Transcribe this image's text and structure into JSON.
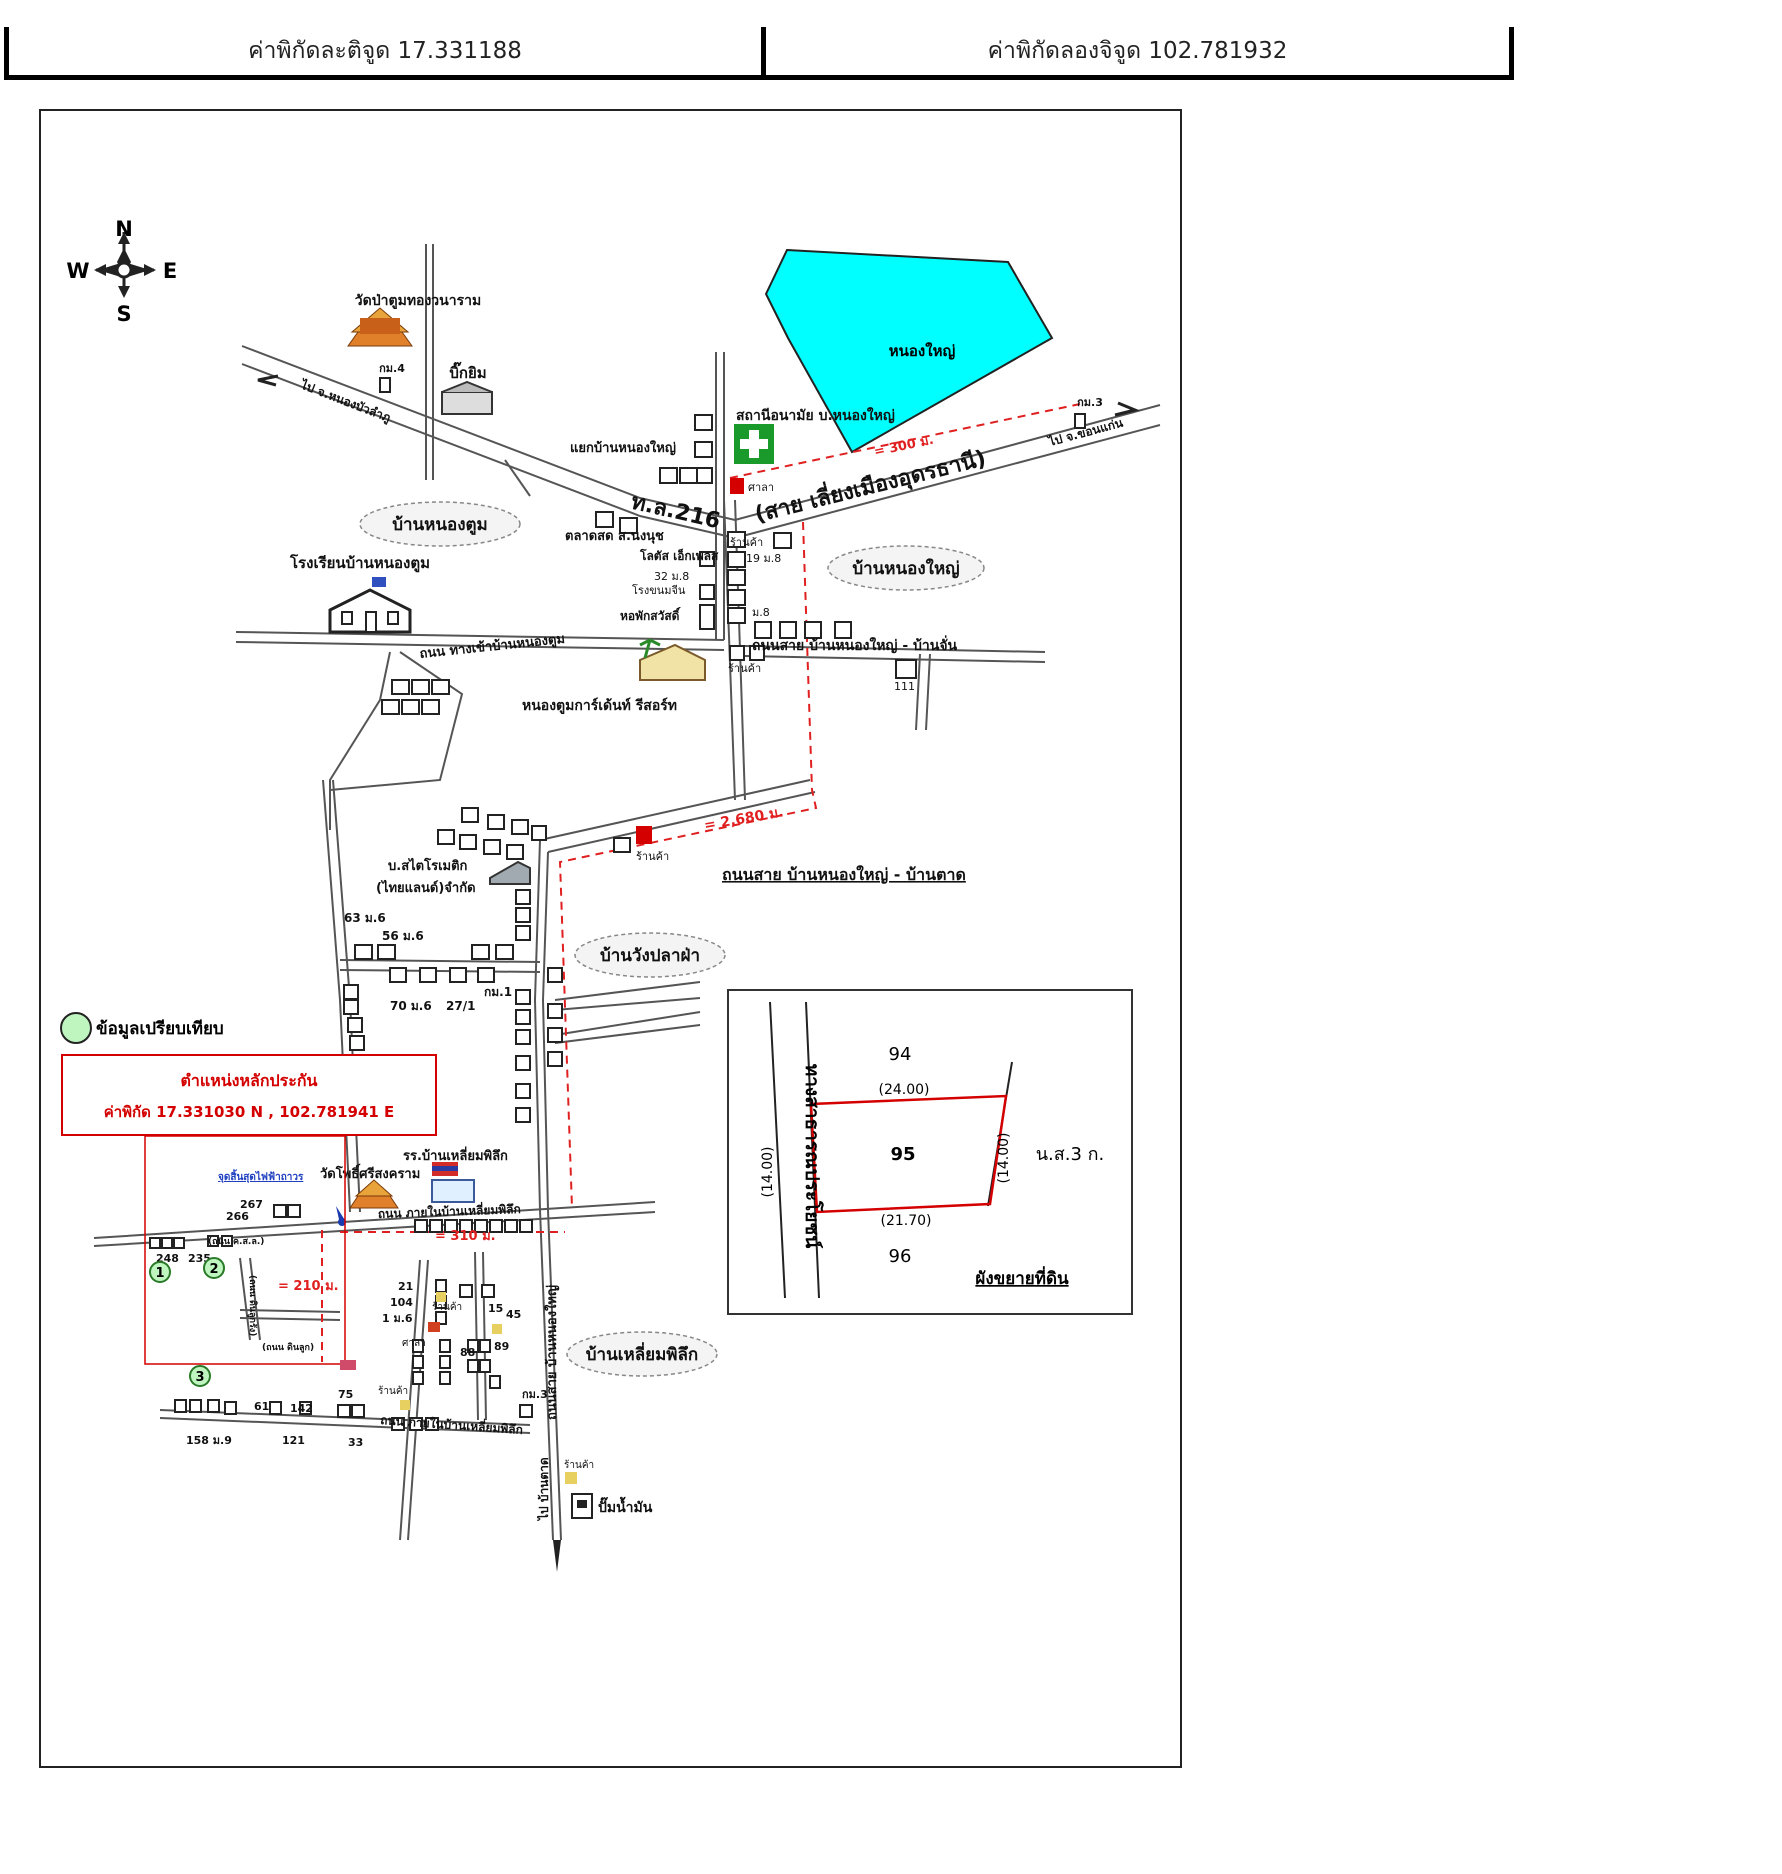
{
  "header": {
    "latitude_cell": "ค่าพิกัดละติจูด 17.331188",
    "longitude_cell": "ค่าพิกัดลองจิจูด 102.781932"
  },
  "compass": {
    "n": "N",
    "s": "S",
    "e": "E",
    "w": "W",
    "icon": "compass-rose-icon"
  },
  "places": {
    "temple_top": "วัดป่าตูมทองวนาราม",
    "bigc": "บิ๊กยิม",
    "km4": "กม.4",
    "km3_top": "กม.3",
    "to_nongbualamphu": "ไป จ.หนองบัวลำภู",
    "to_khonkaen": "ไป จ.ขอนแก่น",
    "lake": "หนองใหญ่",
    "health_station": "สถานีอนามัย บ.หนองใหญ่",
    "junction": "แยกบ้านหนองใหญ่",
    "sala_top": "ศาลา",
    "highway": "ท.ล.216",
    "highway_desc": "(สาย เลี่ยงเมืองอุดรธานี)",
    "dist_300": "= 300 ม.",
    "village_nongtoom": "บ้านหนองตูม",
    "village_nongyai": "บ้านหนองใหญ่",
    "market": "ตลาดสด ส.นงนุช",
    "lotus": "โลตัส เอ็กเพลส",
    "shop_top": "ร้านค้า",
    "h19": "19 ม.8",
    "h32": "32 ม.8",
    "noodle": "โรงขนมจีน",
    "dorm": "หอพักสวัสดิ์",
    "m8": "ม.8",
    "school_nongtoom": "โรงเรียนบ้านหนองตูม",
    "road_nongtoom": "ถนน ทางเข้าบ้านหนองตูม",
    "road_nongyai_banjan": "ถนนสาย บ้านหนองใหญ่ - บ้านจั่น",
    "shop_mid": "ร้านค้า",
    "h111": "111",
    "resort": "หนองตูมการ์เด้นท์ รีสอร์ท",
    "dist_2680": "= 2,680 ม.",
    "shop_2680": "ร้านค้า",
    "road_nongyai_bantad": "ถนนสาย บ้านหนองใหญ่ - บ้านตาด",
    "company_1": "บ.สไตโรเมติก",
    "company_2": "(ไทยแลนด์)จำกัด",
    "h63": "63 ม.6",
    "h56": "56 ม.6",
    "village_wangplafa": "บ้านวังปลาฝ่า",
    "km1": "กม.1",
    "h70": "70 ม.6",
    "h271": "27/1",
    "school_liam": "รร.บ้านเหลี่ยมพิลึก",
    "temple_bottom": "วัดโพธิ์ศรีสงคราม",
    "power_end": "จุดสิ้นสุดไฟฟ้าถาวร",
    "road_in_liam": "ถนน ภายในบ้านเหลี่ยมพิลึก",
    "dist_310": "= 310 ม.",
    "dist_210": "= 210 ม.",
    "h267": "267",
    "h266": "266",
    "h2482": "248",
    "h235": "235",
    "road_soil": "(ถนน ดินลูกรัง)",
    "road_concrete": "(ถนน ค.ส.ล.)",
    "road_dirt": "(ถนน ดินลูก)",
    "h21": "21",
    "h104": "104",
    "h1m6": "1 ม.6",
    "shop_b1": "ร้านค้า",
    "sala_b": "ศาลา",
    "h15": "15",
    "h45": "45",
    "h88": "88",
    "h89": "89",
    "village_liam": "บ้านเหลี่ยมพิลึก",
    "road_nongyai_liam": "ถนนสาย บ้านหนองใหญ่",
    "h61": "61",
    "h142": "142",
    "h75": "75",
    "shop_b2": "ร้านค้า",
    "km3_b": "กม.3",
    "h158": "158 ม.9",
    "h121": "121",
    "h33": "33",
    "road_in_liam2": "ถนน ภายในบ้านเหลี่ยมพิลึก",
    "shop_b3": "ร้านค้า",
    "gas": "ปั๊มน้ำมัน",
    "to_bantad": "ไป บ้านตาด",
    "marker1": "1",
    "marker2": "2",
    "marker3": "3"
  },
  "legend": {
    "comparison": "ข้อมูลเปรียบเทียบ",
    "collateral_title": "ตำแหน่งหลักประกัน",
    "collateral_coords": "ค่าพิกัด 17.331030 N , 102.781941 E"
  },
  "parcel": {
    "north": "94",
    "center": "95",
    "south": "96",
    "top_len": "(24.00)",
    "bottom_len": "(21.70)",
    "left_len": "(14.00)",
    "right_len": "(14.00)",
    "road": "ทางสาธารณประโยชน์",
    "east": "น.ส.3 ก.",
    "caption": "ผังขยายที่ดิน"
  },
  "colors": {
    "lake": "#00ffff",
    "route": "#e02020",
    "highlight": "#d40000",
    "marker": "#bff5bf",
    "health": "#1a9a2a"
  }
}
